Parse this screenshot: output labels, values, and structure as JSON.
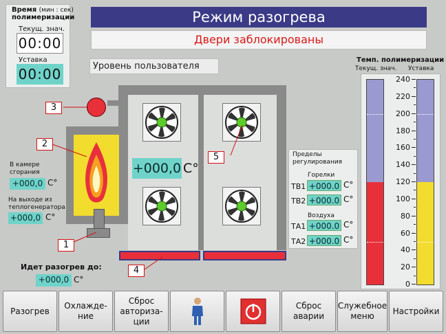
{
  "header": {
    "title": "Режим разогрева",
    "door_status": "Двери заблокированы",
    "user_level": "Уровень пользователя"
  },
  "time_panel": {
    "title": "Время",
    "units": "(мин : сек)",
    "title2": "полимеризации",
    "current_label": "Текущ. знач.",
    "current_value": "00:00",
    "setpoint_label": "Уставка",
    "setpoint_value": "00:00"
  },
  "chamber": {
    "label1": "В камере",
    "label2": "сгорания",
    "value": "+000,0",
    "unit": "С°"
  },
  "outlet": {
    "label1": "На выходе из",
    "label2": "теплогенератора",
    "value": "+000,0",
    "unit": "С°"
  },
  "main_temp": {
    "value": "+000,0",
    "unit": "С°"
  },
  "heat_until": {
    "label": "Идет разогрев до:",
    "value": "+000,0",
    "unit": "С°"
  },
  "limits": {
    "title1": "Пределы",
    "title2": "регулирования",
    "burners_label": "Горелки",
    "air_label": "Воздуха",
    "rows": [
      {
        "name": "ТВ1",
        "value": "+000.0",
        "unit": "С°"
      },
      {
        "name": "ТВ2",
        "value": "+000.0",
        "unit": "С°"
      },
      {
        "name": "ТА1",
        "value": "+000.0",
        "unit": "С°"
      },
      {
        "name": "ТА2",
        "value": "+000.0",
        "unit": "С°"
      }
    ]
  },
  "temp_gauge": {
    "title": "Темп. полимеризации",
    "current_label": "Текущ. знач.",
    "setpoint_label": "Уставка",
    "max": 240,
    "ticks": [
      "240",
      "220",
      "200",
      "180",
      "160",
      "140",
      "120",
      "100",
      "80",
      "60",
      "40",
      "20",
      "0"
    ],
    "current_level": 120,
    "setpoint_level": 120,
    "dotted_marks": [
      200,
      50
    ]
  },
  "callouts": [
    "1",
    "2",
    "3",
    "4",
    "5"
  ],
  "buttons": [
    {
      "label": "Разогрев"
    },
    {
      "label": "Охлажде-\nние"
    },
    {
      "label": "Сброс\nавториза-\nции"
    },
    {
      "label": ""
    },
    {
      "label": ""
    },
    {
      "label": "Сброс\nаварии"
    },
    {
      "label": "Служебное\nменю"
    },
    {
      "label": "Настройки"
    }
  ],
  "colors": {
    "header_bg": "#3a3a86",
    "teal": "#6fd3c9",
    "red": "#e8303a",
    "gauge_blue": "#9a9ad0",
    "gauge_yellow": "#f2dc2e",
    "flame_bg": "#f2dc2e"
  }
}
